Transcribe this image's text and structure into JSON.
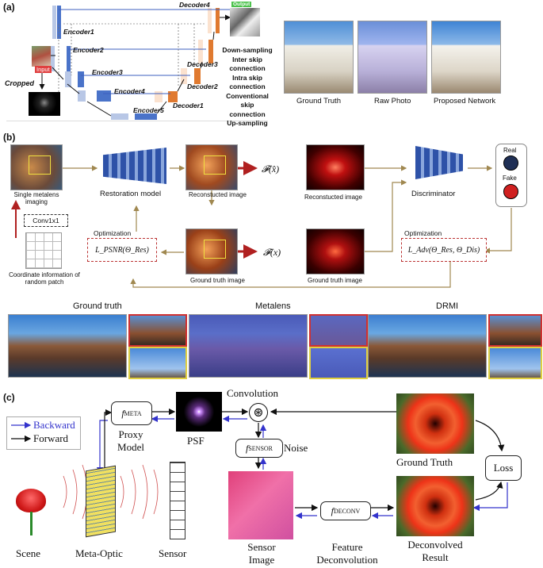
{
  "panel_a": {
    "tag": "(a)",
    "encoders": [
      "Encoder1",
      "Encoder2",
      "Encoder3",
      "Encoder4",
      "Encoder5"
    ],
    "decoders": [
      "Decoder4",
      "Decoder3",
      "Decoder2",
      "Decoder1"
    ],
    "input_label": "Input",
    "output_label": "Output",
    "cropped_label": "Cropped",
    "legend": [
      "Down-sampling",
      "Inter skip",
      "connection",
      "Intra skip",
      "connection",
      "Conventional skip",
      "connection",
      "Up-sampling"
    ],
    "captions": [
      "Ground Truth",
      "Raw Photo",
      "Proposed Network"
    ]
  },
  "panel_b": {
    "tag": "(b)",
    "single_metalens": "Single metalens imaging",
    "restoration_model": "Restoration model",
    "reconstructed_image_1": "Reconstucted image",
    "reconstructed_image_2": "Reconstucted image",
    "fx_hat": "𝓕(x̂)",
    "fx": "𝓕(x)",
    "discriminator": "Discriminator",
    "real": "Real",
    "fake": "Fake",
    "conv": "Conv1x1",
    "coord_info": "Coordinate information of random patch",
    "optimization_1": "Optimization",
    "optimization_2": "Optimization",
    "loss_psnr": "L_PSNR(Θ_Res)",
    "loss_adv": "L_Adv(Θ_Res, Θ_Dis)",
    "gt_image_1": "Ground truth image",
    "gt_image_2": "Ground truth image",
    "row_titles": [
      "Ground truth",
      "Metalens",
      "DRMI"
    ]
  },
  "panel_c": {
    "tag": "(c)",
    "backward": "Backward",
    "forward": "Forward",
    "f_meta": "f",
    "f_meta_sub": "META",
    "proxy_model": "Proxy Model",
    "psf": "PSF",
    "convolution": "Convolution",
    "conv_symbol": "⊛",
    "f_sensor": "f",
    "f_sensor_sub": "SENSOR",
    "noise": "Noise",
    "ground_truth": "Ground Truth",
    "loss": "Loss",
    "f_deconv": "f",
    "f_deconv_sub": "DECONV",
    "scene": "Scene",
    "meta_optic": "Meta-Optic",
    "sensor": "Sensor",
    "sensor_image": "Sensor Image",
    "feature_deconv": "Feature Deconvolution",
    "deconvolved_result": "Deconvolved Result"
  },
  "colors": {
    "backward_arrow": "#3333cc",
    "forward_arrow": "#111111",
    "red_arrow": "#b02020",
    "encoder_blue": "#4a73c9",
    "decoder_orange": "#e07a30",
    "olive_arrow": "#a08850"
  }
}
